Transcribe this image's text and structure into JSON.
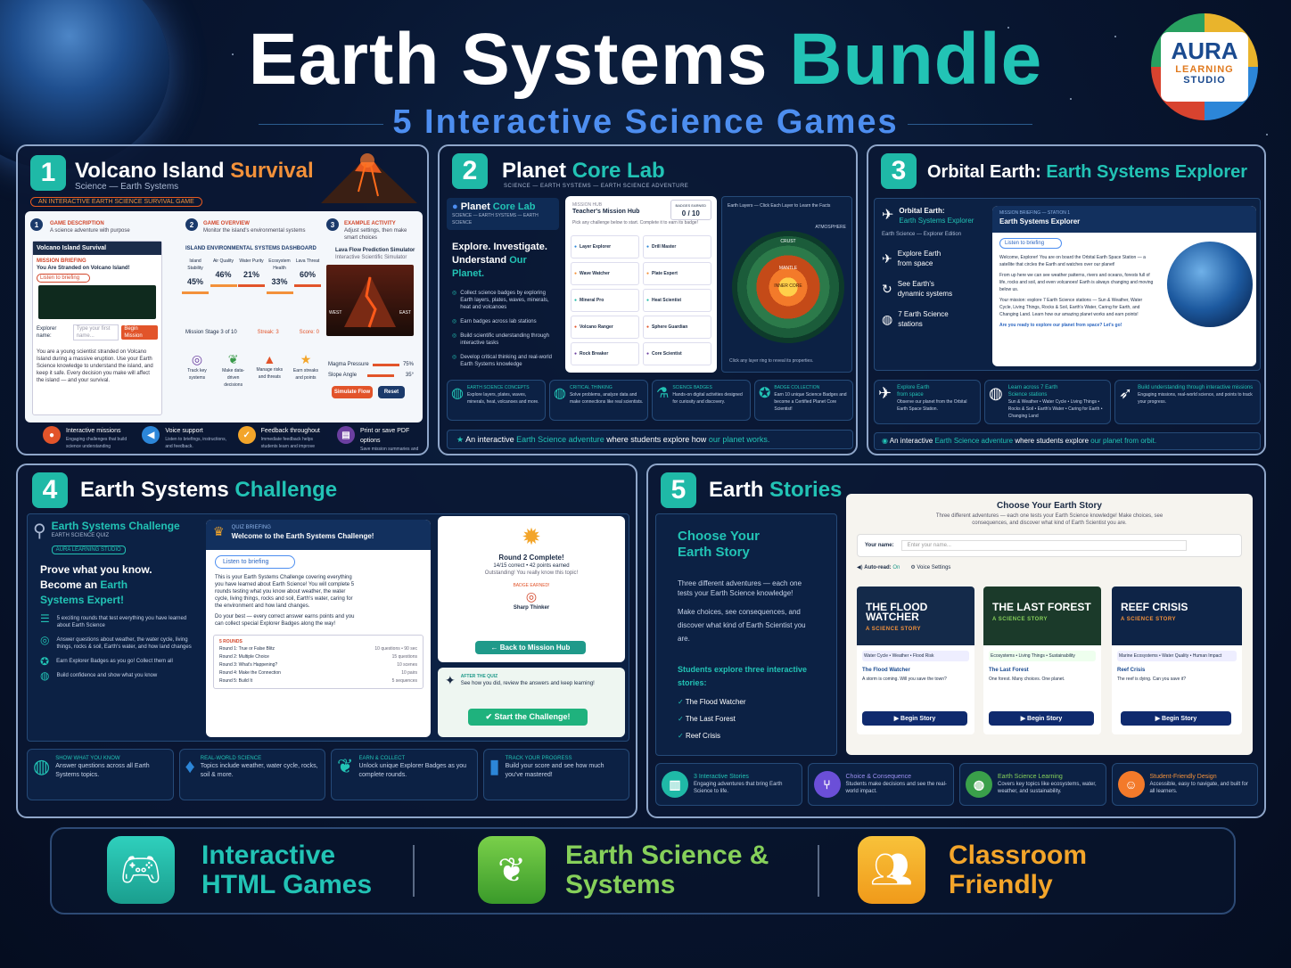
{
  "header": {
    "title_part1": "Earth Systems",
    "title_part2": "Bundle",
    "subtitle": "5 Interactive Science Games"
  },
  "logo": {
    "line1": "AURA",
    "line2": "LEARNING",
    "line3": "STUDIO"
  },
  "colors": {
    "accent": "#22c3b5",
    "orange": "#f3913a",
    "blue": "#4d8ef0",
    "background": "#081631"
  },
  "panel1": {
    "number": "1",
    "title_a": "Volcano Island",
    "title_b": "Survival",
    "subtitle": "Science — Earth Systems",
    "badge": "AN INTERACTIVE EARTH SCIENCE SURVIVAL GAME",
    "col1": {
      "num": "1",
      "label": "GAME DESCRIPTION",
      "sub": "A science adventure with purpose",
      "game": "Volcano Island Survival",
      "mission": "MISSION BRIEFING",
      "stranded": "You Are Stranded on Volcano Island!",
      "listen": "Listen to briefing",
      "explorer": "Explorer name:",
      "explorer_ph": "Type your first name...",
      "btn": "Begin Mission",
      "text": "You are a young scientist stranded on Volcano Island during a massive eruption. Use your Earth Science knowledge to understand the island, and keep it safe. Every decision you make will affect the island — and your survival."
    },
    "col2": {
      "num": "2",
      "label": "GAME OVERVIEW",
      "sub": "Monitor the island's environmental systems",
      "dash": "ISLAND ENVIRONMENTAL SYSTEMS DASHBOARD",
      "stats": [
        {
          "l": "Island Stability",
          "v": "45%"
        },
        {
          "l": "Air Quality",
          "v": "46%"
        },
        {
          "l": "Water Purity",
          "v": "21%"
        },
        {
          "l": "Ecosystem Health",
          "v": "33%"
        },
        {
          "l": "Lava Threat",
          "v": "60%"
        }
      ],
      "stage": "Mission Stage 3 of 10",
      "streak": "Streak: 3",
      "score": "Score: 0",
      "icons": [
        {
          "l": "Track key systems"
        },
        {
          "l": "Make data-driven decisions"
        },
        {
          "l": "Manage risks and threats"
        },
        {
          "l": "Earn streaks and points"
        }
      ]
    },
    "col3": {
      "num": "3",
      "label": "EXAMPLE ACTIVITY",
      "sub": "Adjust settings, then make smart choices",
      "sim": "Lava Flow Prediction Simulator",
      "simsub": "Interactive Scientific Simulator",
      "west": "WEST",
      "east": "EAST",
      "mag": "Magma Pressure",
      "magv": "75%",
      "slope": "Slope Angle",
      "slopev": "35°",
      "sbtn": "Simulate Flow",
      "rbtn": "Reset"
    },
    "footer": [
      {
        "t": "Interactive missions",
        "d": "Engaging challenges that build science understanding"
      },
      {
        "t": "Voice support",
        "d": "Listen to briefings, instructions, and feedback."
      },
      {
        "t": "Feedback throughout",
        "d": "Immediate feedback helps students learn and improve"
      },
      {
        "t": "Print or save PDF options",
        "d": "Save mission summaries and activity results"
      }
    ]
  },
  "panel2": {
    "number": "2",
    "title_a": "Planet",
    "title_b": "Core Lab",
    "subtitle": "SCIENCE — EARTH SYSTEMS — EARTH SCIENCE ADVENTURE",
    "left": {
      "brand_a": "Planet",
      "brand_b": "Core Lab",
      "brand_sub": "SCIENCE — EARTH SYSTEMS — EARTH SCIENCE",
      "head_a": "Explore. Investigate.",
      "head_b": "Understand",
      "head_c": "Our Planet.",
      "items": [
        "Collect science badges by exploring Earth layers, plates, waves, minerals, heat and volcanoes",
        "Earn badges across lab stations",
        "Build scientific understanding through interactive tasks",
        "Develop critical thinking and real-world Earth Systems knowledge"
      ]
    },
    "hub": {
      "label": "MISSION HUB",
      "title": "Teacher's Mission Hub",
      "earned": "BADGES EARNED",
      "count": "0 / 10",
      "sub": "Pick any challenge below to start. Complete it to earn its badge!",
      "stations": [
        [
          "Layer Explorer",
          "Drill Master"
        ],
        [
          "Wave Watcher",
          "Plate Expert"
        ],
        [
          "Mineral Pro",
          "Heat Scientist"
        ],
        [
          "Volcano Ranger",
          "Sphere Guardian"
        ],
        [
          "Rock Breaker",
          "Core Scientist"
        ]
      ]
    },
    "earth": {
      "header": "Earth Layers — Click Each Layer to Learn the Facts",
      "atm": "ATMOSPHERE",
      "crust": "CRUST",
      "mantle": "MANTLE",
      "outer": "OUTER CORE",
      "inner": "INNER CORE",
      "hint": "Click any layer ring to reveal its properties."
    },
    "features": [
      {
        "t": "EARTH SCIENCE CONCEPTS",
        "d": "Explore layers, plates, waves, minerals, heat, volcanoes and more."
      },
      {
        "t": "CRITICAL THINKING",
        "d": "Solve problems, analyze data and make connections like real scientists."
      },
      {
        "t": "SCIENCE BADGES",
        "d": "Hands-on digital activities designed for curiosity and discovery."
      },
      {
        "t": "BADGE COLLECTION",
        "d": "Earn 10 unique Science Badges and become a Certified Planet Core Scientist!"
      }
    ],
    "banner_a": "An interactive",
    "banner_b": "Earth Science adventure",
    "banner_c": "where students explore how",
    "banner_d": "our planet works."
  },
  "panel3": {
    "number": "3",
    "title_a": "Orbital Earth:",
    "title_b": "Earth Systems Explorer",
    "left": {
      "head_a": "Orbital Earth:",
      "head_b": "Earth Systems Explorer",
      "edition": "Earth Science — Explorer Edition",
      "items": [
        "Explore Earth from space",
        "See Earth's dynamic systems",
        "7 Earth Science stations"
      ]
    },
    "main": {
      "label": "MISSION BRIEFING — STATION 1",
      "title": "Earth Systems Explorer",
      "listen": "Listen to briefing",
      "p1": "Welcome, Explorer! You are on board the Orbital Earth Space Station — a satellite that circles the Earth and watches over our planet!",
      "p2": "From up here we can see weather patterns, rivers and oceans, forests full of life, rocks and soil, and even volcanoes! Earth is always changing and moving below us.",
      "p3": "Your mission: explore 7 Earth Science stations — Sun & Weather, Water Cycle, Living Things, Rocks & Soil, Earth's Water, Caring for Earth, and Changing Land. Learn how our amazing planet works and earn points!",
      "p4": "Are you ready to explore our planet from space? Let's go!"
    },
    "features": [
      {
        "t": "Explore Earth from space",
        "d": "Observe our planet from the Orbital Earth Space Station."
      },
      {
        "t": "Learn across 7 Earth Science stations",
        "d": "Sun & Weather • Water Cycle • Living Things • Rocks & Soil • Earth's Water • Caring for Earth • Changing Land"
      },
      {
        "t": "Build understanding through interactive missions",
        "d": "Engaging missions, real-world science, and points to track your progress."
      }
    ],
    "banner_a": "An interactive",
    "banner_b": "Earth Science adventure",
    "banner_c": "where students explore",
    "banner_d": "our planet",
    "banner_e": "from orbit."
  },
  "panel4": {
    "number": "4",
    "title_a": "Earth Systems",
    "title_b": "Challenge",
    "left": {
      "brand": "Earth Systems Challenge",
      "sub": "EARTH SCIENCE QUIZ",
      "studio": "AURA LEARNING STUDIO",
      "head_a": "Prove what you know.",
      "head_b": "Become an",
      "head_c": "Earth",
      "head_d": "Systems Expert!",
      "items": [
        "5 exciting rounds that test everything you have learned about Earth Science",
        "Answer questions about weather, the water cycle, living things, rocks & soil, Earth's water, and how land changes",
        "Earn Explorer Badges as you go! Collect them all",
        "Build confidence and show what you know"
      ]
    },
    "quiz": {
      "label": "QUIZ BRIEFING",
      "title": "Welcome to the Earth Systems Challenge!",
      "listen": "Listen to briefing",
      "p1": "This is your Earth Systems Challenge covering everything you have learned about Earth Science! You will complete 5 rounds testing what you know about weather, the water cycle, living things, rocks and soil, Earth's water, caring for the environment and how land changes.",
      "p2": "Do your best — every correct answer earns points and you can collect special Explorer Badges along the way!",
      "rounds_label": "5 ROUNDS",
      "rounds": [
        {
          "n": "Round 1: True or False Blitz",
          "v": "10 questions • 90 sec"
        },
        {
          "n": "Round 2: Multiple Choice",
          "v": "15 questions"
        },
        {
          "n": "Round 3: What's Happening?",
          "v": "10 scenes"
        },
        {
          "n": "Round 4: Make the Connection",
          "v": "10 pairs"
        },
        {
          "n": "Round 5: Build It",
          "v": "5 sequences"
        }
      ]
    },
    "result": {
      "title": "Round 2 Complete!",
      "score": "14/15 correct • 42 points earned",
      "note": "Outstanding! You really know this topic!",
      "badge_label": "BADGE EARNED!",
      "badge": "Sharp Thinker",
      "btn": "← Back to Mission Hub"
    },
    "after": {
      "label": "AFTER THE QUIZ",
      "text": "See how you did, review the answers and keep learning!",
      "btn": "Start the Challenge!"
    },
    "features": [
      {
        "t": "SHOW WHAT YOU KNOW",
        "d": "Answer questions across all Earth Systems topics."
      },
      {
        "t": "REAL-WORLD SCIENCE",
        "d": "Topics include weather, water cycle, rocks, soil & more."
      },
      {
        "t": "EARN & COLLECT",
        "d": "Unlock unique Explorer Badges as you complete rounds."
      },
      {
        "t": "TRACK YOUR PROGRESS",
        "d": "Build your score and see how much you've mastered!"
      }
    ]
  },
  "panel5": {
    "number": "5",
    "title_a": "Earth",
    "title_b": "Stories",
    "left": {
      "head": "Choose Your Earth Story",
      "p1": "Three different adventures — each one tests your Earth Science knowledge!",
      "p2": "Make choices, see consequences, and discover what kind of Earth Scientist you are.",
      "explore": "Students explore three interactive stories:",
      "stories": [
        "The Flood Watcher",
        "The Last Forest",
        "Reef Crisis"
      ]
    },
    "main": {
      "title": "Choose Your Earth Story",
      "sub": "Three different adventures — each one tests your Earth Science knowledge! Make choices, see consequences, and discover what kind of Earth Scientist you are.",
      "name_label": "Your name:",
      "name_ph": "Enter your name...",
      "autoread": "Auto-read:",
      "autoread_v": "On",
      "voice": "Voice Settings",
      "cards": [
        {
          "top": "THE FLOOD WATCHER",
          "tag": "A SCIENCE STORY",
          "topics": "Water Cycle • Weather • Flood Risk",
          "name": "The Flood Watcher",
          "desc": "A storm is coming. Will you save the town?",
          "btn": "▶ Begin Story"
        },
        {
          "top": "THE LAST FOREST",
          "tag": "A SCIENCE STORY",
          "topics": "Ecosystems • Living Things • Sustainability",
          "name": "The Last Forest",
          "desc": "One forest. Many choices. One planet.",
          "btn": "▶ Begin Story"
        },
        {
          "top": "REEF CRISIS",
          "tag": "A SCIENCE STORY",
          "topics": "Marine Ecosystems • Water Quality • Human Impact",
          "name": "Reef Crisis",
          "desc": "The reef is dying. Can you save it?",
          "btn": "▶ Begin Story"
        }
      ]
    },
    "features": [
      {
        "t": "3 Interactive Stories",
        "d": "Engaging adventures that bring Earth Science to life."
      },
      {
        "t": "Choice & Consequence",
        "d": "Students make decisions and see the real-world impact."
      },
      {
        "t": "Earth Science Learning",
        "d": "Covers key topics like ecosystems, water, weather, and sustainability."
      },
      {
        "t": "Student-Friendly Design",
        "d": "Accessible, easy to navigate, and built for all learners."
      }
    ]
  },
  "bottom": [
    {
      "line1": "Interactive",
      "line2": "HTML Games",
      "icon": "gamepad-icon",
      "color": "#1fb9a7"
    },
    {
      "line1": "Earth Science &",
      "line2": "Systems",
      "icon": "leaf-icon",
      "color": "#86d05a"
    },
    {
      "line1": "Classroom",
      "line2": "Friendly",
      "icon": "users-icon",
      "color": "#f3a52a"
    }
  ]
}
